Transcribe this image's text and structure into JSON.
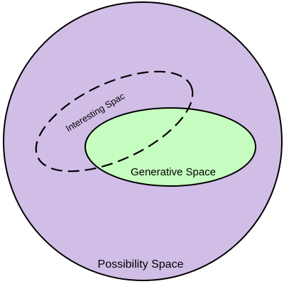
{
  "diagram": {
    "possibility_space": {
      "label": "Possibility Space",
      "fill": "#d1bee7"
    },
    "generative_space": {
      "label": "Generative Space",
      "fill": "#c6fdc0"
    },
    "interesting_space": {
      "label": "Interesting Space",
      "border_style": "dashed"
    },
    "stroke_color": "#000000"
  }
}
